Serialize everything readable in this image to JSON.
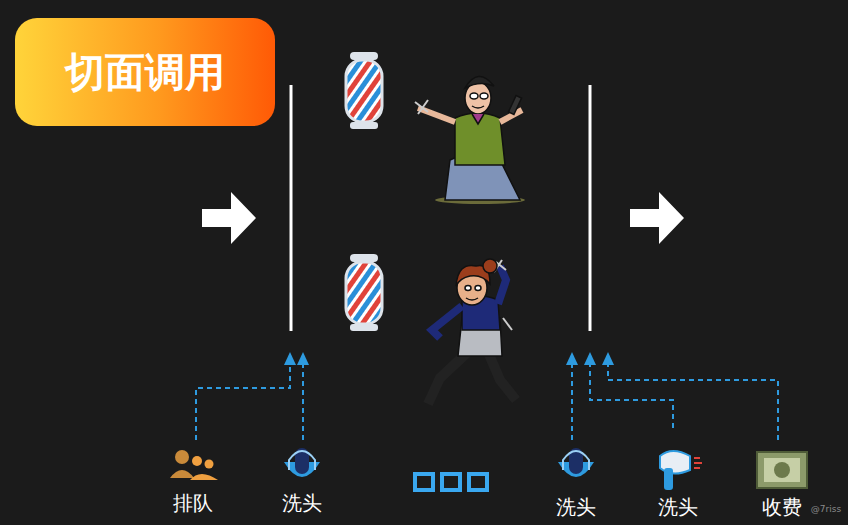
{
  "diagram": {
    "title": "切面调用",
    "labels": [
      "排队",
      "洗头",
      "洗头",
      "洗头",
      "收费",
      "@7riss"
    ]
  }
}
